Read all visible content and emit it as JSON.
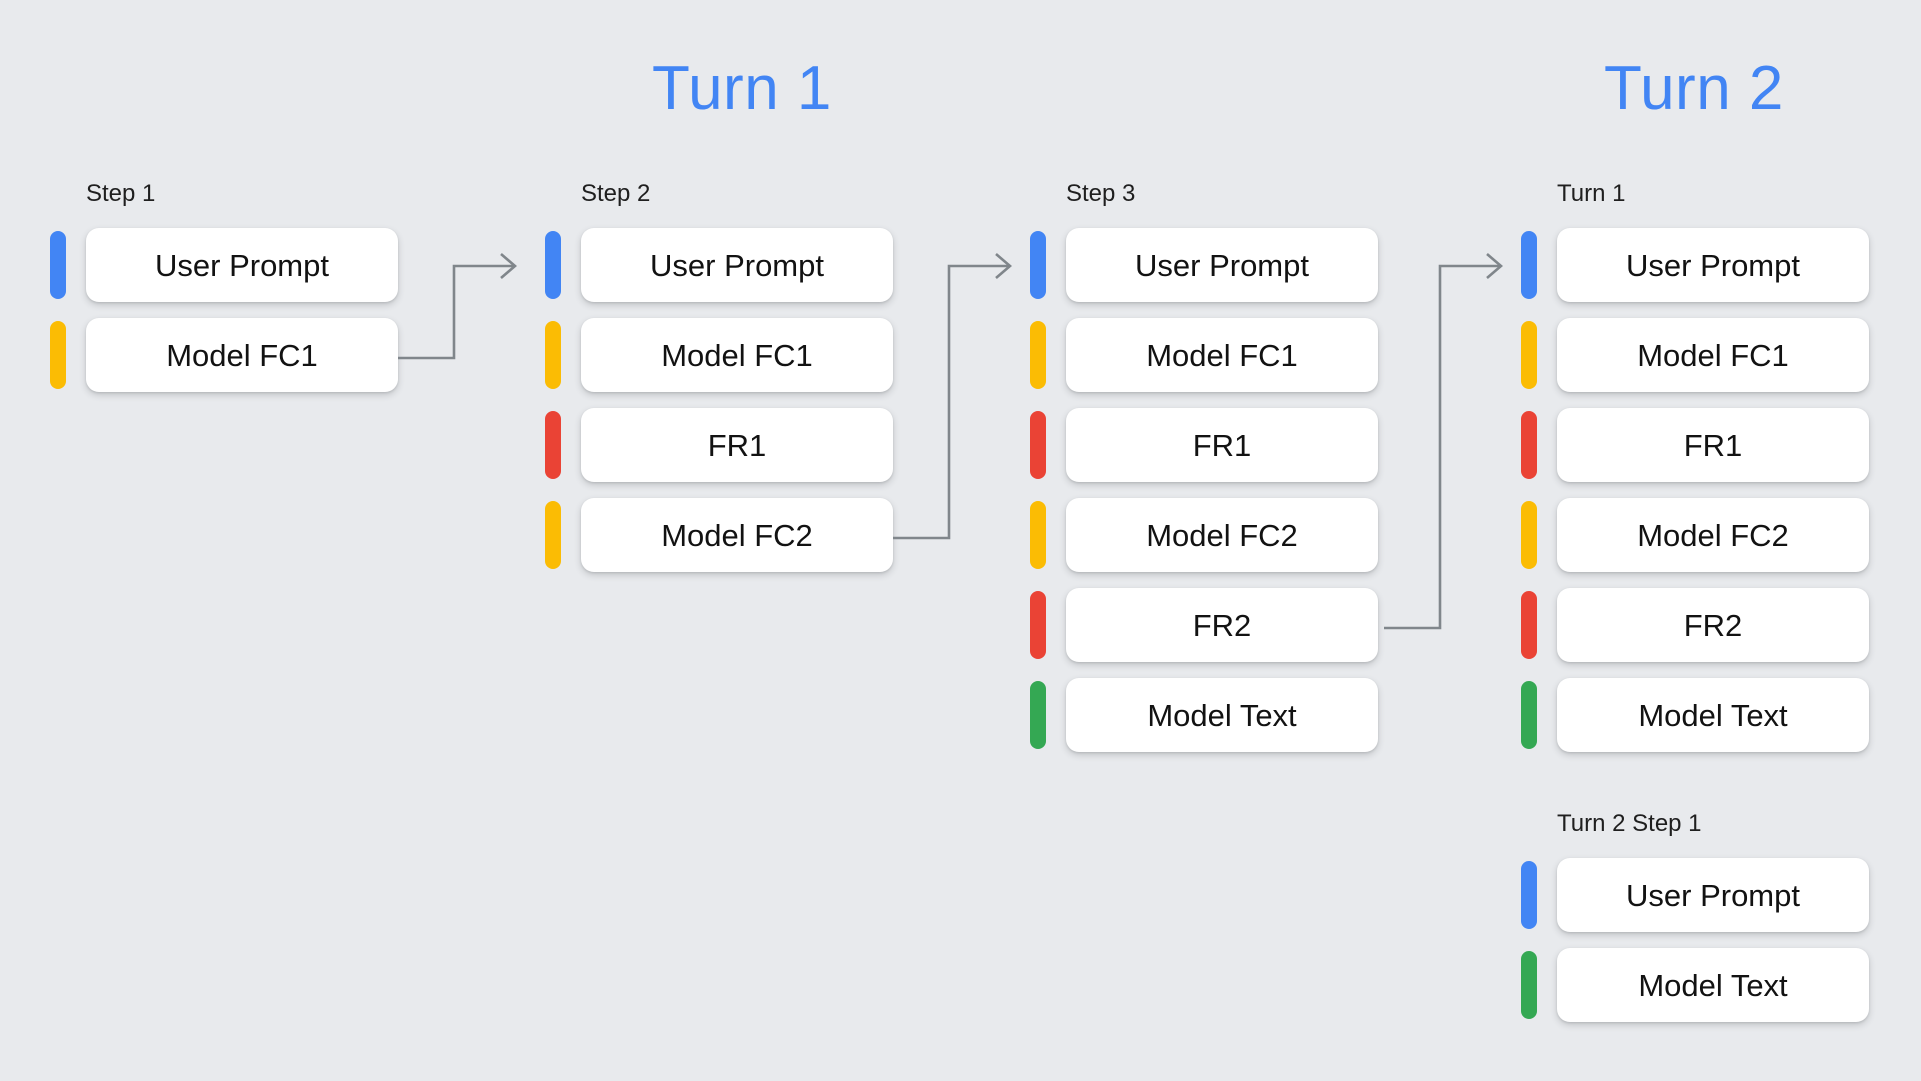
{
  "titles": [
    {
      "id": "turn-1",
      "label": "Turn 1"
    },
    {
      "id": "turn-2",
      "label": "Turn 2"
    }
  ],
  "columns": [
    {
      "id": "step-1",
      "label": "Step 1",
      "rows": [
        {
          "color": "blue",
          "color_hex": "#4285f4",
          "label": "User Prompt"
        },
        {
          "color": "yellow",
          "color_hex": "#fbbc04",
          "label": "Model FC1"
        }
      ]
    },
    {
      "id": "step-2",
      "label": "Step 2",
      "rows": [
        {
          "color": "blue",
          "color_hex": "#4285f4",
          "label": "User Prompt"
        },
        {
          "color": "yellow",
          "color_hex": "#fbbc04",
          "label": "Model FC1"
        },
        {
          "color": "red",
          "color_hex": "#ea4335",
          "label": "FR1"
        },
        {
          "color": "yellow",
          "color_hex": "#fbbc04",
          "label": "Model FC2"
        }
      ]
    },
    {
      "id": "step-3",
      "label": "Step 3",
      "rows": [
        {
          "color": "blue",
          "color_hex": "#4285f4",
          "label": "User Prompt"
        },
        {
          "color": "yellow",
          "color_hex": "#fbbc04",
          "label": "Model FC1"
        },
        {
          "color": "red",
          "color_hex": "#ea4335",
          "label": "FR1"
        },
        {
          "color": "yellow",
          "color_hex": "#fbbc04",
          "label": "Model FC2"
        },
        {
          "color": "red",
          "color_hex": "#ea4335",
          "label": "FR2"
        },
        {
          "color": "green",
          "color_hex": "#34a853",
          "label": "Model Text"
        }
      ]
    },
    {
      "id": "turn-1-column",
      "label": "Turn 1",
      "rows": [
        {
          "color": "blue",
          "color_hex": "#4285f4",
          "label": "User Prompt"
        },
        {
          "color": "yellow",
          "color_hex": "#fbbc04",
          "label": "Model FC1"
        },
        {
          "color": "red",
          "color_hex": "#ea4335",
          "label": "FR1"
        },
        {
          "color": "yellow",
          "color_hex": "#fbbc04",
          "label": "Model FC2"
        },
        {
          "color": "red",
          "color_hex": "#ea4335",
          "label": "FR2"
        },
        {
          "color": "green",
          "color_hex": "#34a853",
          "label": "Model Text"
        }
      ]
    },
    {
      "id": "turn-2-step-1",
      "label": "Turn 2 Step 1",
      "rows": [
        {
          "color": "blue",
          "color_hex": "#4285f4",
          "label": "User Prompt"
        },
        {
          "color": "green",
          "color_hex": "#34a853",
          "label": "Model Text"
        }
      ]
    }
  ],
  "connectors": [
    {
      "id": "step1-to-step2",
      "from": "Model FC1",
      "to": "User Prompt"
    },
    {
      "id": "step2-to-step3",
      "from": "Model FC2",
      "to": "User Prompt"
    },
    {
      "id": "step3-to-turn1",
      "from": "FR2",
      "to": "User Prompt"
    }
  ],
  "theme": {
    "background": "#e8eaed",
    "card_background": "#ffffff",
    "title_color": "#4285f4",
    "label_color": "#1f1f1f",
    "connector_color": "#80868b"
  }
}
